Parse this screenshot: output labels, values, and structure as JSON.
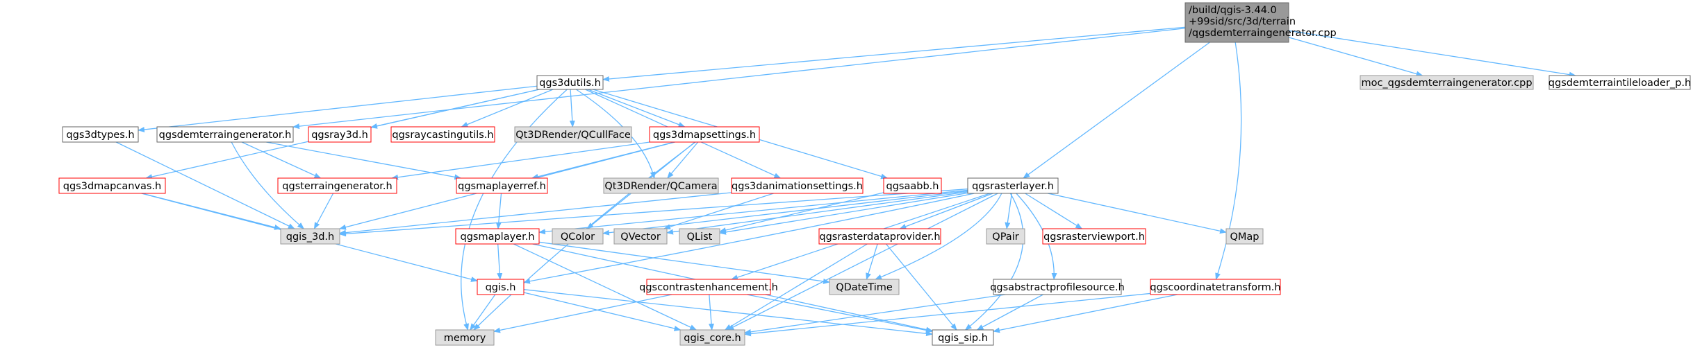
{
  "colors": {
    "edge": "#63b8ff",
    "root_fill": "#999999",
    "normal_fill": "#ffffff",
    "normal_border": "#666666",
    "red_border": "#ff0000",
    "system_fill": "#e0e0e0",
    "system_border": "#999999"
  },
  "nodes": {
    "root": [
      "/build/qgis-3.44.0",
      "+99sid/src/3d/terrain",
      "/qgsdemterraingenerator.cpp"
    ],
    "qgs3dutils": "qgs3dutils.h",
    "moc": "moc_qgsdemterraingenerator.cpp",
    "tileloader": "qgsdemterraintileloader_p.h",
    "qgs3dtypes": "qgs3dtypes.h",
    "demgen": "qgsdemterraingenerator.h",
    "ray3d": "qgsray3d.h",
    "raycasting": "qgsraycastingutils.h",
    "qcullface": "Qt3DRender/QCullFace",
    "mapsettings": "qgs3dmapsettings.h",
    "qcamera": "Qt3DRender/QCamera",
    "animsettings": "qgs3danimationsettings.h",
    "aabb": "qgsaabb.h",
    "mapcanvas": "qgs3dmapcanvas.h",
    "terraingen": "qgsterraingenerator.h",
    "maplayerref": "qgsmaplayerref.h",
    "rasterlayer": "qgsrasterlayer.h",
    "qgis3d": "qgis_3d.h",
    "maplayer": "qgsmaplayer.h",
    "qcolor": "QColor",
    "qvector": "QVector",
    "qlist": "QList",
    "rasterprovider": "qgsrasterdataprovider.h",
    "qpair": "QPair",
    "viewport": "qgsrasterviewport.h",
    "qmap": "QMap",
    "qgish": "qgis.h",
    "contrast": "qgscontrastenhancement.h",
    "qdatetime": "QDateTime",
    "profilesource": "qgsabstractprofilesource.h",
    "coordtransform": "qgscoordinatetransform.h",
    "memory": "memory",
    "qgiscore": "qgis_core.h",
    "qgissip": "qgis_sip.h"
  }
}
